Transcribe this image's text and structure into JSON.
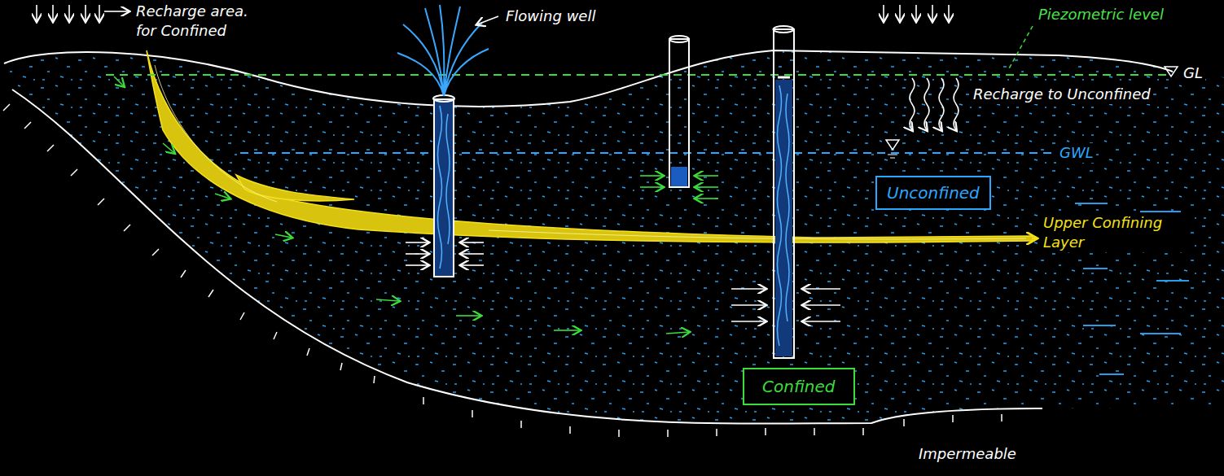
{
  "diagram": {
    "nodes": [
      {
        "text": [
          "Unconfined"
        ]
      },
      {
        "text": [
          "Confined"
        ]
      }
    ],
    "labels": [
      "Recharge area. for Confined",
      "Flowing well",
      "Piezometric level",
      "GL",
      "Recharge to Unconfined",
      "GWL",
      "Upper Confining Layer",
      "Impermeable"
    ]
  }
}
